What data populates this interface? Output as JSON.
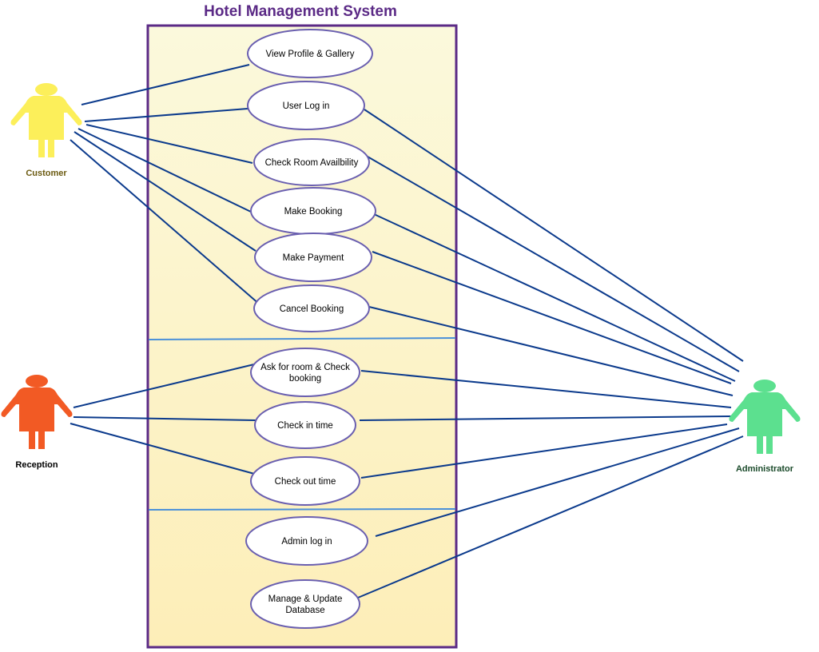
{
  "diagram": {
    "title": "Hotel Management System",
    "type": "use-case",
    "colors": {
      "title": "#5b2a86",
      "boundary_stroke": "#5b2a86",
      "boundary_fill_top": "#fbf9dc",
      "boundary_fill_bottom": "#fdeeb8",
      "association": "#0b3a8c",
      "use_case_stroke": "#6a5fb0",
      "separator": "#4a90d9"
    },
    "actors": [
      {
        "id": "customer",
        "label": "Customer",
        "color": "#fcef5a",
        "label_color": "#6b5a10"
      },
      {
        "id": "reception",
        "label": "Reception",
        "color": "#f25a24",
        "label_color": "#000000"
      },
      {
        "id": "administrator",
        "label": "Administrator",
        "color": "#5ce08f",
        "label_color": "#1a4a2a"
      }
    ],
    "use_cases": [
      {
        "id": "view-profile",
        "lines": [
          "View Profile & Gallery"
        ]
      },
      {
        "id": "user-login",
        "lines": [
          "User Log in"
        ]
      },
      {
        "id": "check-room",
        "lines": [
          "Check Room Availbility"
        ]
      },
      {
        "id": "make-booking",
        "lines": [
          "Make Booking"
        ]
      },
      {
        "id": "make-payment",
        "lines": [
          "Make Payment"
        ]
      },
      {
        "id": "cancel-booking",
        "lines": [
          "Cancel Booking"
        ]
      },
      {
        "id": "ask-room",
        "lines": [
          "Ask for room & Check",
          "booking"
        ]
      },
      {
        "id": "check-in",
        "lines": [
          "Check in time"
        ]
      },
      {
        "id": "check-out",
        "lines": [
          "Check out time"
        ]
      },
      {
        "id": "admin-login",
        "lines": [
          "Admin log in"
        ]
      },
      {
        "id": "manage-db",
        "lines": [
          "Manage & Update",
          "Database"
        ]
      }
    ],
    "associations": [
      {
        "actor": "customer",
        "use_case": "view-profile"
      },
      {
        "actor": "customer",
        "use_case": "user-login"
      },
      {
        "actor": "customer",
        "use_case": "check-room"
      },
      {
        "actor": "customer",
        "use_case": "make-booking"
      },
      {
        "actor": "customer",
        "use_case": "make-payment"
      },
      {
        "actor": "customer",
        "use_case": "cancel-booking"
      },
      {
        "actor": "reception",
        "use_case": "ask-room"
      },
      {
        "actor": "reception",
        "use_case": "check-in"
      },
      {
        "actor": "reception",
        "use_case": "check-out"
      },
      {
        "actor": "administrator",
        "use_case": "user-login"
      },
      {
        "actor": "administrator",
        "use_case": "check-room"
      },
      {
        "actor": "administrator",
        "use_case": "make-booking"
      },
      {
        "actor": "administrator",
        "use_case": "make-payment"
      },
      {
        "actor": "administrator",
        "use_case": "cancel-booking"
      },
      {
        "actor": "administrator",
        "use_case": "ask-room"
      },
      {
        "actor": "administrator",
        "use_case": "check-in"
      },
      {
        "actor": "administrator",
        "use_case": "check-out"
      },
      {
        "actor": "administrator",
        "use_case": "admin-login"
      },
      {
        "actor": "administrator",
        "use_case": "manage-db"
      }
    ]
  }
}
